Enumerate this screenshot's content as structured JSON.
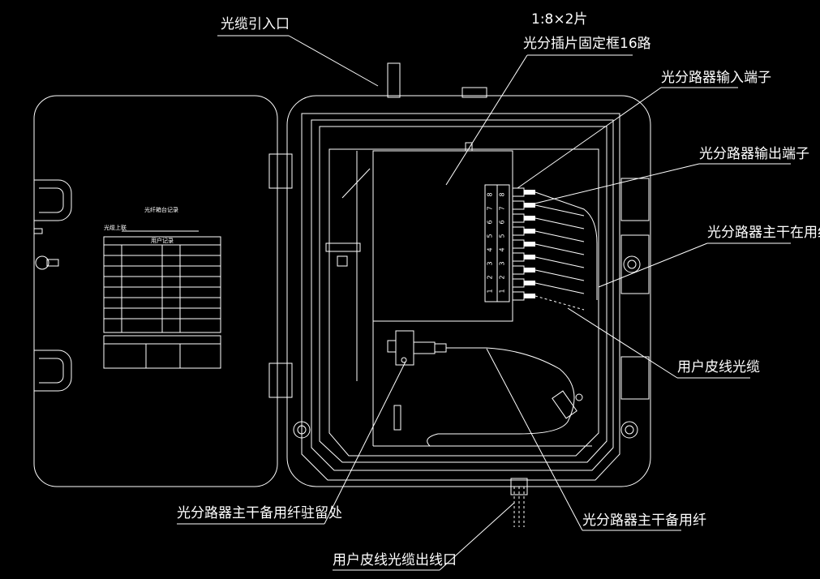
{
  "labels": {
    "cable_entry": "光缆引入口",
    "splitter_count": "1:8×2片",
    "splitter_frame": "光分插片固定框16路",
    "splitter_input": "光分路器输入端子",
    "splitter_output": "光分路器输出端子",
    "trunk_in_use": "光分路器主干在用纤",
    "drop_cable": "用户皮线光缆",
    "trunk_spare_storage": "光分路器主干备用纤驻留处",
    "trunk_spare": "光分路器主干备用纤",
    "drop_cable_exit": "用户皮线光缆出线口"
  },
  "door_card": {
    "title": "光纤箱台记录",
    "field_label": "光缆上联",
    "table_header": "用户记录"
  },
  "ports": {
    "column_left": [
      "1",
      "2",
      "3",
      "4",
      "5",
      "6",
      "7",
      "8"
    ],
    "column_right": [
      "1",
      "2",
      "3",
      "4",
      "5",
      "6",
      "7",
      "8"
    ]
  }
}
